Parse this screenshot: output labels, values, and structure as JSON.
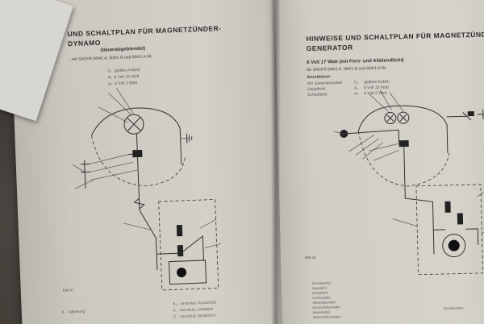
{
  "left_page": {
    "title_line1": "UND SCHALTPLAN FÜR MAGNETZÜNDER-",
    "title_line2": "DYNAMO",
    "subtitle": "(dauerabgeblendet)",
    "subtitle2": "...mit SACHS 504/1 A, 504/1 B und 504/1 A-NL",
    "legend": [
      {
        "code": "C₁",
        "desc": "(gelbes Kabel)"
      },
      {
        "code": "A₁",
        "desc": "6 Volt 15 Watt"
      },
      {
        "code": "A₂",
        "desc": "6 Volt 2 Watt"
      }
    ],
    "figure_label": "Bild 47",
    "footer_items": [
      {
        "code": "K",
        "desc": "Sikkerung"
      },
      {
        "code": "K₁",
        "desc": "Anschluß: Kurzschluß"
      },
      {
        "code": "A",
        "desc": "Anschluß: Lichtkabel"
      },
      {
        "code": "C",
        "desc": "Anschluß: Schlußlicht"
      }
    ]
  },
  "right_page": {
    "title_line1": "HINWEISE UND SCHALTPLAN FÜR MAGNETZÜNDER-",
    "title_line2": "GENERATOR",
    "subtitle": "6 Volt 17 Watt (mit Fern- und Abblendlicht)",
    "subtitle2": "für SACHS 504/1 A, 504/1 B und 504/1 A-NL",
    "connections_heading": "Anschlüsse:",
    "connections": [
      {
        "name": "Am Generatorkabel",
        "code": "C₁",
        "desc": "(gelbes Kabel)"
      },
      {
        "name": "Hauptlicht",
        "code": "A₁",
        "desc": "6 Volt 15 Watt"
      },
      {
        "name": "Schlußlicht",
        "code": "A₂",
        "desc": "6 Volt 2 Watt"
      }
    ],
    "figure_label": "Bild 38",
    "footer_items": [
      "Scheinwerfer",
      "Hauptlicht",
      "Schlußlicht",
      "Lichtschalter",
      "Abblendschalter",
      "Kurzschlußschalter",
      "Massekabel",
      "Stromverbindungen"
    ],
    "footer_right": "Schaltschalter"
  }
}
